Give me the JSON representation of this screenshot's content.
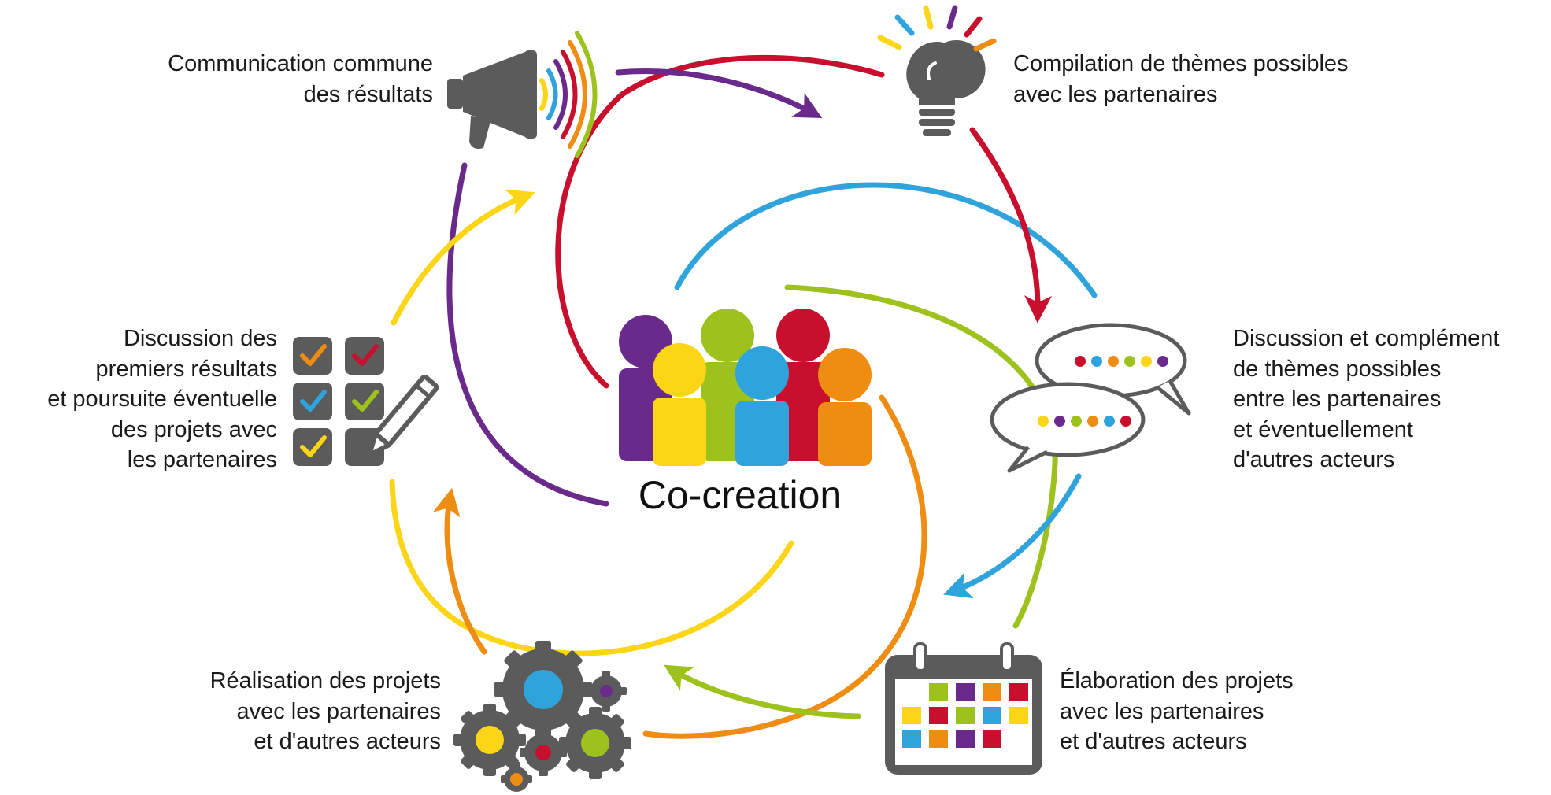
{
  "center": {
    "title": "Co-creation"
  },
  "steps": [
    {
      "id": "communication",
      "icon": "megaphone-icon",
      "lines": [
        "Communication commune",
        "des résultats"
      ]
    },
    {
      "id": "compilation",
      "icon": "lightbulb-icon",
      "lines": [
        "Compilation de thèmes possibles",
        "avec les partenaires"
      ]
    },
    {
      "id": "discussion-complement",
      "icon": "speech-bubbles-icon",
      "lines": [
        "Discussion et complément",
        "de thèmes possibles",
        "entre les partenaires",
        "et éventuellement",
        "d'autres acteurs"
      ]
    },
    {
      "id": "elaboration",
      "icon": "calendar-icon",
      "lines": [
        "Élaboration des projets",
        "avec les partenaires",
        "et d'autres acteurs"
      ]
    },
    {
      "id": "realisation",
      "icon": "gears-icon",
      "lines": [
        "Réalisation des projets",
        "avec les partenaires",
        "et d'autres acteurs"
      ]
    },
    {
      "id": "discussion-resultats",
      "icon": "checklist-icon",
      "lines": [
        "Discussion des",
        "premiers résultats",
        "et poursuite éventuelle",
        "des projets avec",
        "les partenaires"
      ]
    }
  ],
  "colors": {
    "purple": "#6a2a8c",
    "red": "#c8102e",
    "blue": "#2fa4dc",
    "green": "#9dc21e",
    "yellow": "#fbd516",
    "orange": "#ef8c12",
    "gray": "#5b5b5b"
  }
}
